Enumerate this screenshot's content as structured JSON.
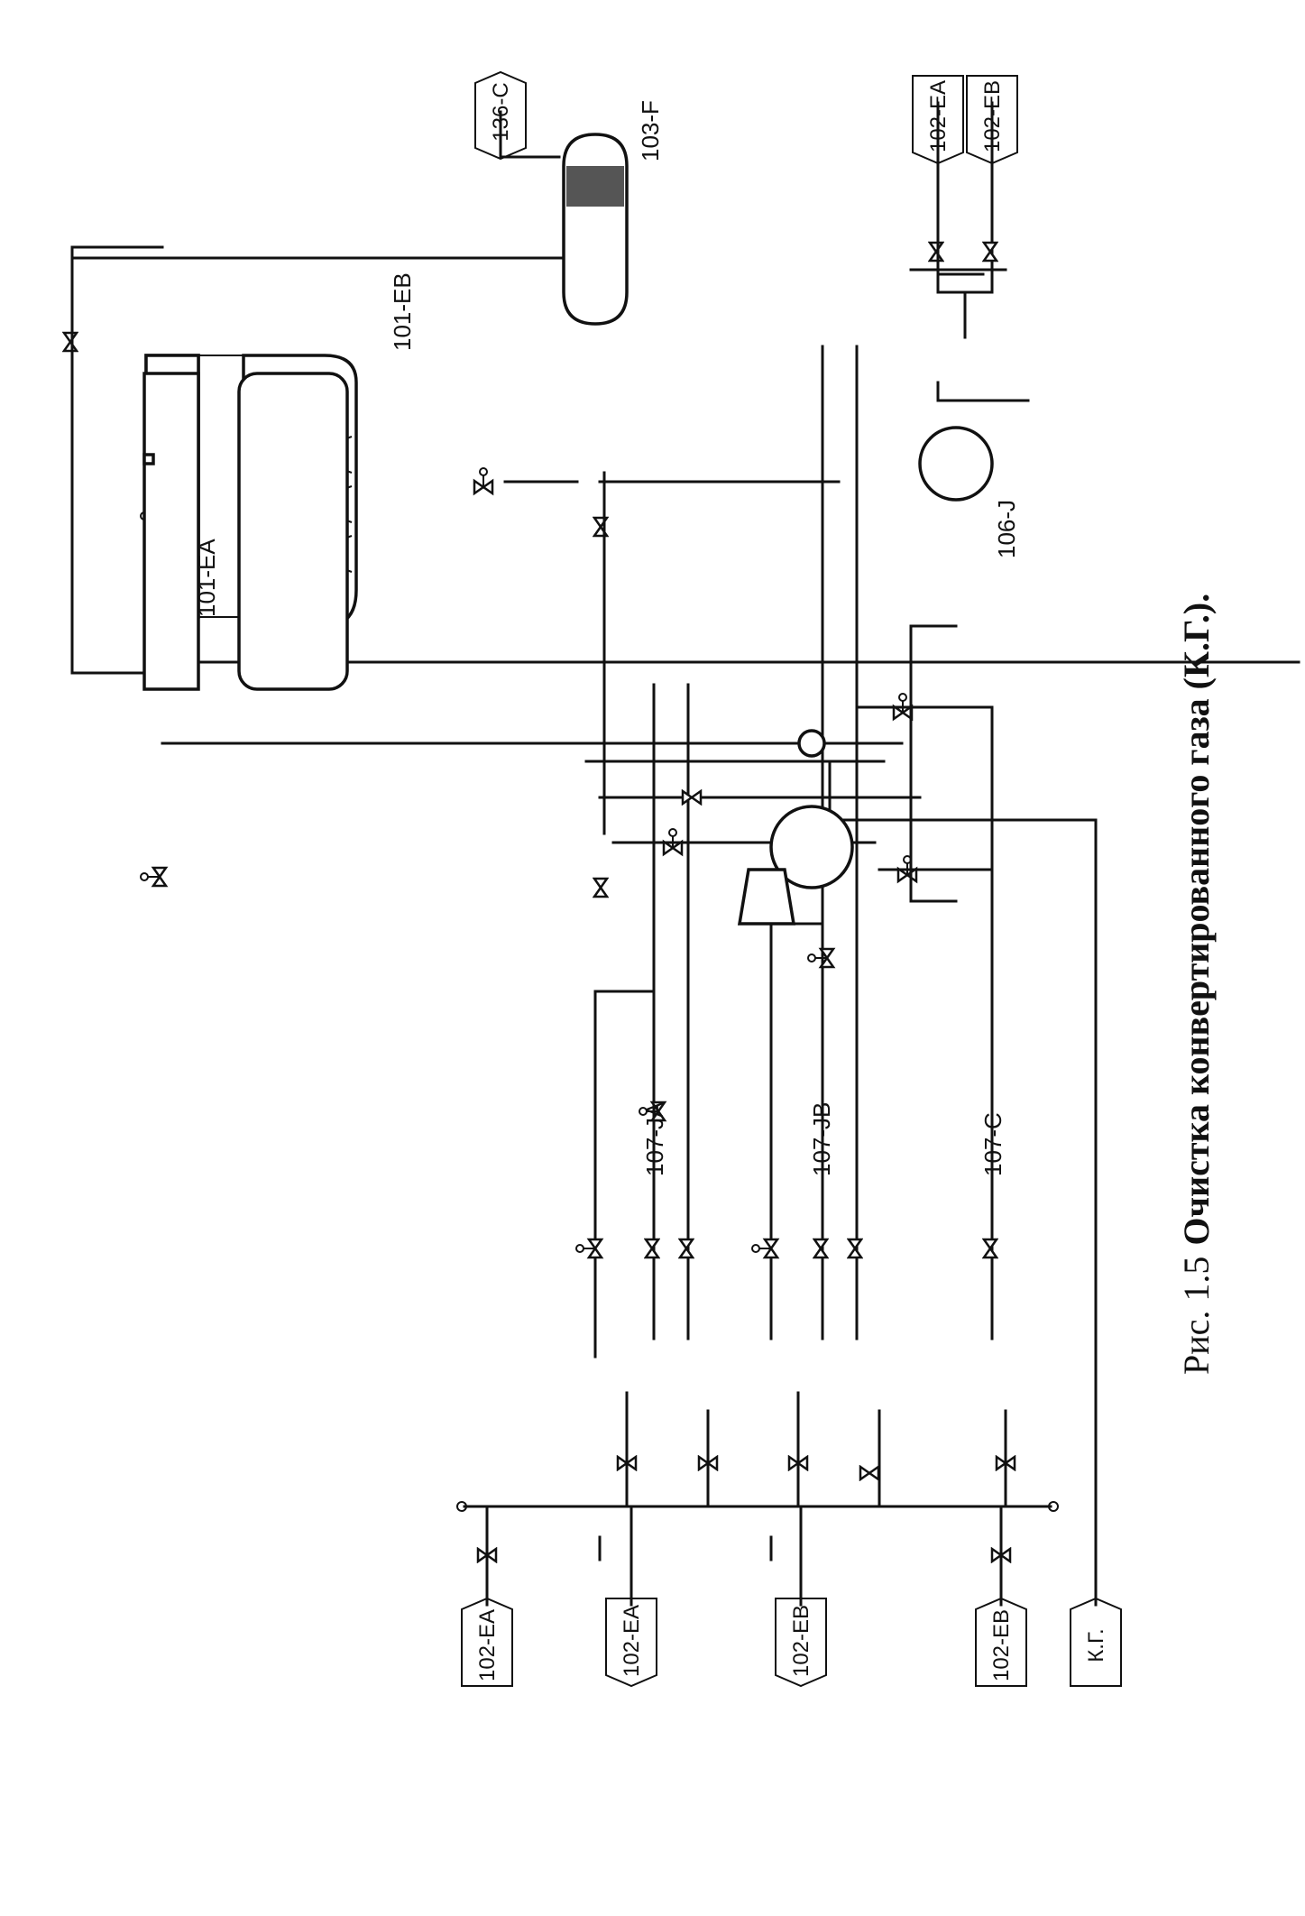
{
  "diagram": {
    "caption_prefix": "Рис. 1.5",
    "caption_title": "Очистка конвертированного газа (К.Г.).",
    "equipment": {
      "absorber_a": "101-EA",
      "absorber_b": "101-EB",
      "separator": "103-F",
      "pump_106": "106-J",
      "pump_107a": "107-JA",
      "pump_107b": "107-JB",
      "pump_107c": "107-C"
    },
    "connectors": {
      "top_136c": "136-C",
      "top_102ea": "102-EA",
      "top_102eb": "102-EB",
      "left_102ea_1": "102-EA",
      "left_102ea_2": "102-EA",
      "left_102eb_1": "102-EB",
      "left_102eb_2": "102-EB",
      "left_kg": "К.Г."
    },
    "colors": {
      "line": "#111111",
      "background": "#ffffff"
    }
  }
}
